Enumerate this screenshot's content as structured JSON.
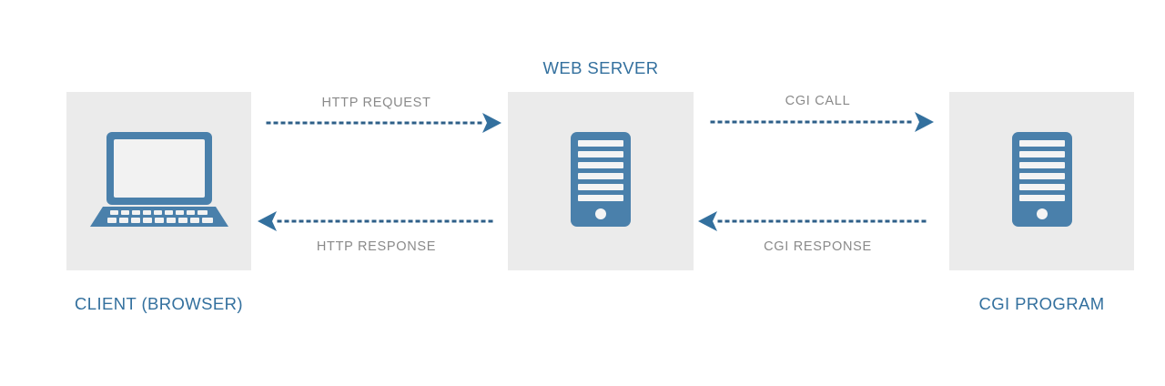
{
  "diagram": {
    "title": "CGI request flow between client, web server and CGI program",
    "background_color": "#ffffff",
    "panel_color": "#ebebeb",
    "accent_color": "#4a80ab",
    "caption_color": "#33709e",
    "label_color": "#8a8a8a"
  },
  "nodes": [
    {
      "id": "client",
      "caption": "CLIENT (BROWSER)",
      "caption_position": "below",
      "icon": "laptop-icon"
    },
    {
      "id": "server",
      "caption": "WEB SERVER",
      "caption_position": "above",
      "icon": "server-tower-icon"
    },
    {
      "id": "cgi",
      "caption": "CGI PROGRAM",
      "caption_position": "below",
      "icon": "server-tower-icon"
    }
  ],
  "flows": [
    {
      "id": "http-request",
      "label": "HTTP REQUEST",
      "from": "client",
      "to": "server",
      "direction": "right",
      "style": "dotted"
    },
    {
      "id": "http-response",
      "label": "HTTP RESPONSE",
      "from": "server",
      "to": "client",
      "direction": "left",
      "style": "dotted"
    },
    {
      "id": "cgi-call",
      "label": "CGI CALL",
      "from": "server",
      "to": "cgi",
      "direction": "right",
      "style": "dotted"
    },
    {
      "id": "cgi-response",
      "label": "CGI RESPONSE",
      "from": "cgi",
      "to": "server",
      "direction": "left",
      "style": "dotted"
    }
  ]
}
